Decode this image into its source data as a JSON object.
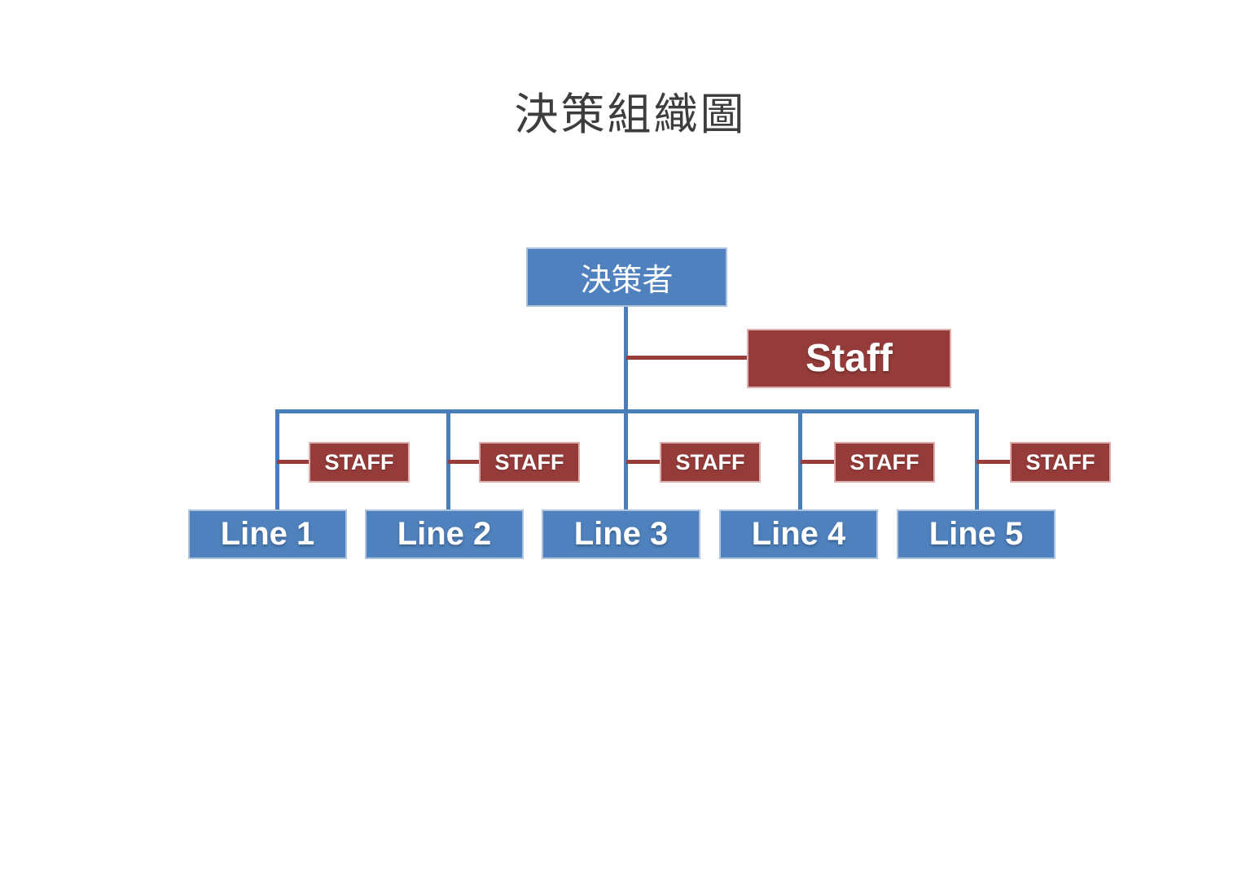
{
  "title": "決策組織圖",
  "colors": {
    "title_text": "#3d3d3d",
    "box_text": "#ffffff",
    "box_blue": "#4e81bd",
    "box_blue_border": "#aec3df",
    "box_red": "#953b39",
    "box_red_border": "#dfb0af",
    "connector_blue": "#4a7ebb",
    "connector_red": "#9a3c38"
  },
  "nodes": {
    "decision_maker": {
      "label": "決策者"
    },
    "staff_main": {
      "label": "Staff"
    }
  },
  "branches": [
    {
      "line_label": "Line 1",
      "staff_label": "STAFF"
    },
    {
      "line_label": "Line 2",
      "staff_label": "STAFF"
    },
    {
      "line_label": "Line 3",
      "staff_label": "STAFF"
    },
    {
      "line_label": "Line 4",
      "staff_label": "STAFF"
    },
    {
      "line_label": "Line 5",
      "staff_label": "STAFF"
    }
  ]
}
